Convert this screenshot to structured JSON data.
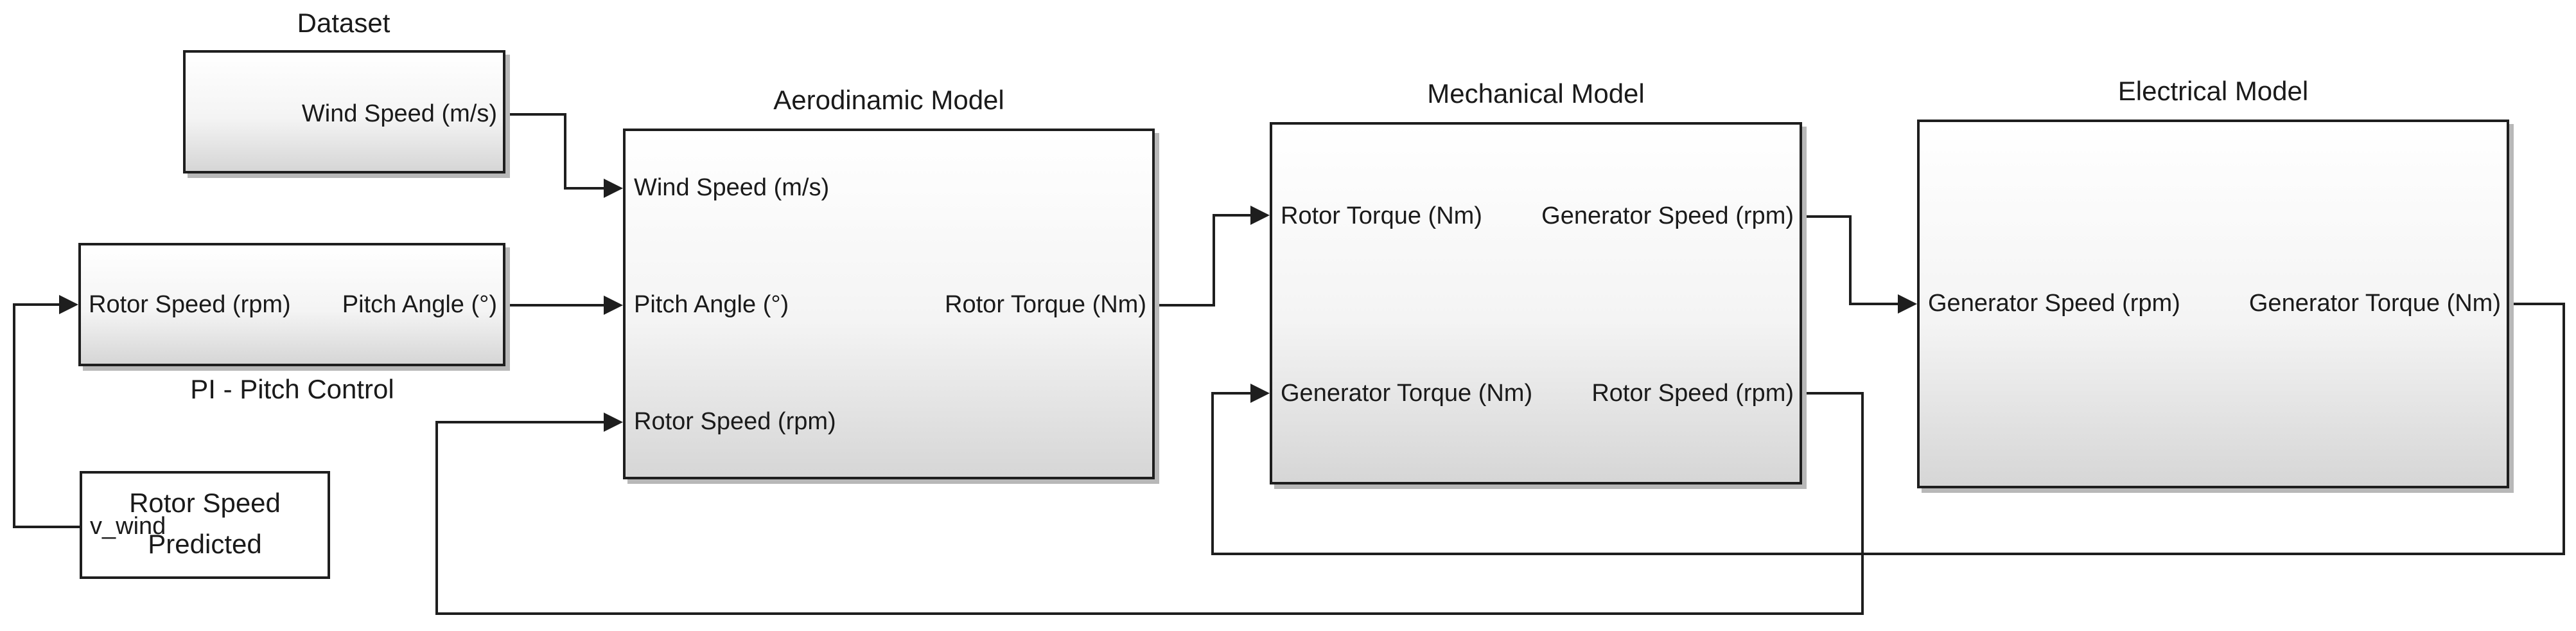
{
  "blocks": {
    "dataset": {
      "title": "Dataset",
      "outputs": [
        "Wind Speed (m/s)"
      ]
    },
    "pitch_control": {
      "title": "PI - Pitch Control",
      "inputs": [
        "Rotor Speed (rpm)"
      ],
      "outputs": [
        "Pitch Angle (°)"
      ]
    },
    "predictor": {
      "label_line1": "Rotor Speed",
      "label_line2": "Predicted",
      "outputs": [
        "v_wind"
      ]
    },
    "aerodynamic": {
      "title": "Aerodinamic Model",
      "inputs": [
        "Wind Speed (m/s)",
        "Pitch Angle (°)",
        "Rotor Speed (rpm)"
      ],
      "outputs": [
        "Rotor Torque  (Nm)"
      ]
    },
    "mechanical": {
      "title": "Mechanical Model",
      "inputs": [
        "Rotor Torque (Nm)",
        "Generator Torque (Nm)"
      ],
      "outputs": [
        "Generator Speed (rpm)",
        "Rotor Speed (rpm)"
      ]
    },
    "electrical": {
      "title": "Electrical Model",
      "inputs": [
        "Generator Speed (rpm)"
      ],
      "outputs": [
        "Generator Torque (Nm)"
      ]
    }
  }
}
